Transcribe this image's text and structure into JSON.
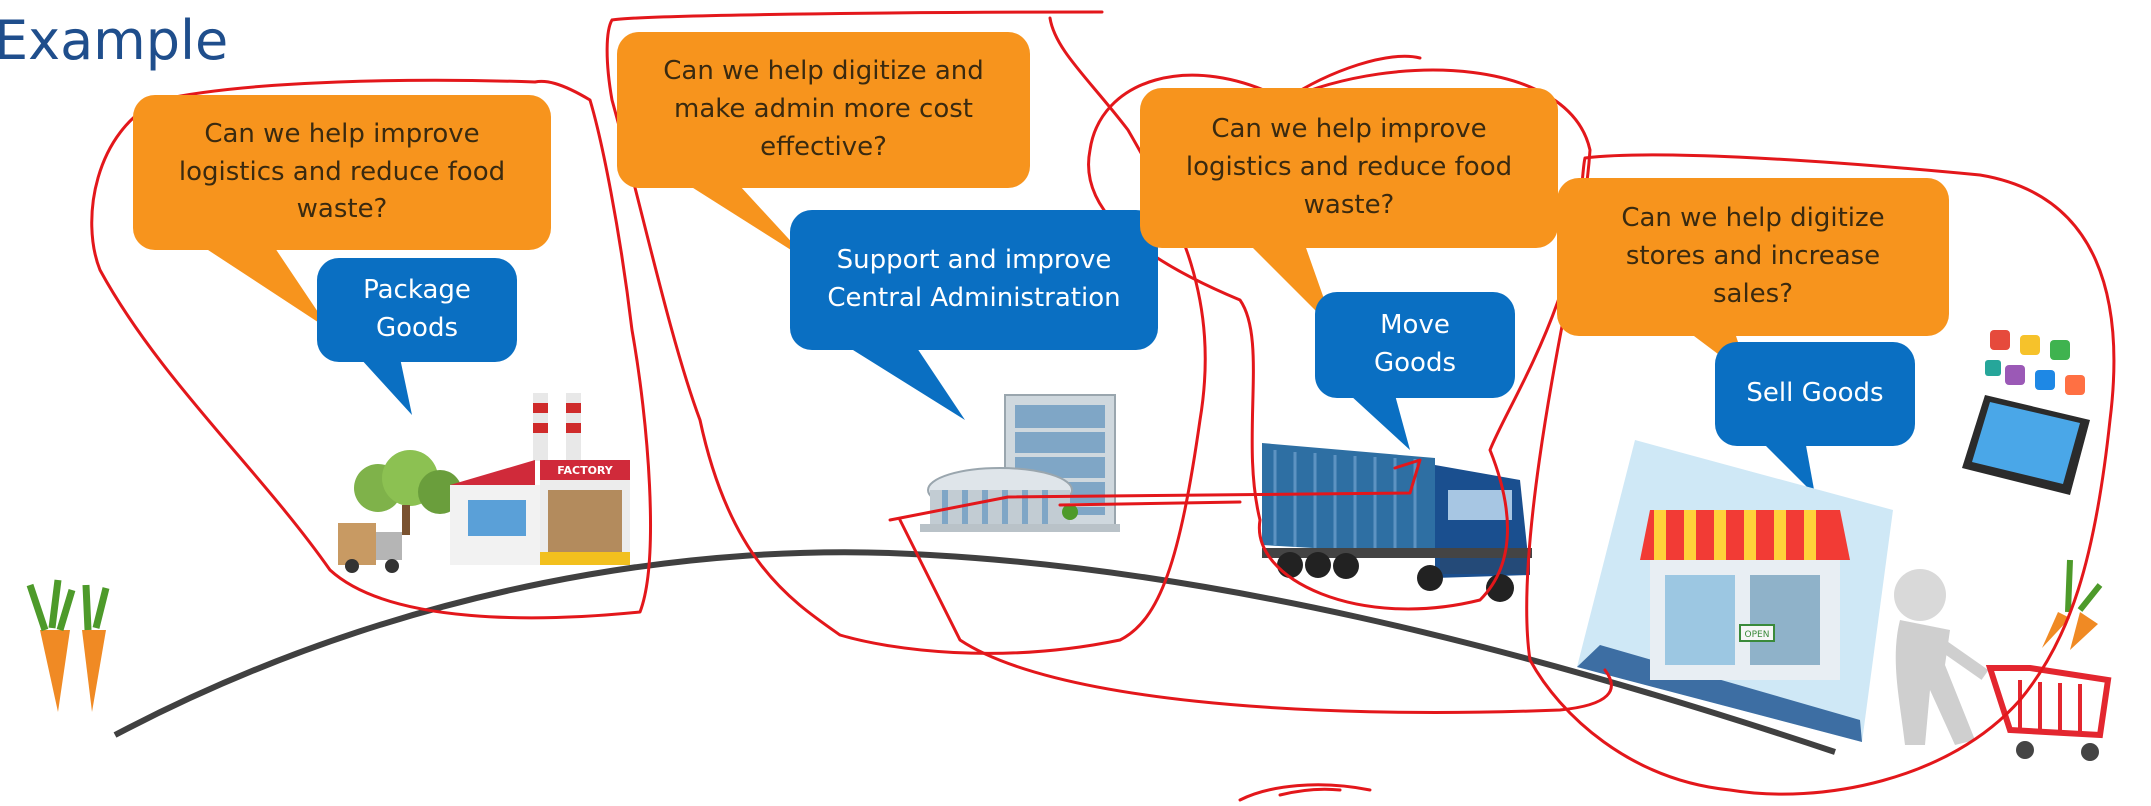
{
  "title": "Example",
  "stages": [
    {
      "question_lines": [
        "Can we help improve",
        "logistics and reduce food",
        "waste?"
      ],
      "action_lines": [
        "Package",
        "Goods"
      ],
      "sign_label": "FACTORY"
    },
    {
      "question_lines": [
        "Can we help digitize and",
        "make admin more  cost",
        "effective?"
      ],
      "action_lines": [
        "Support  and improve",
        "Central Administration"
      ]
    },
    {
      "question_lines": [
        "Can we help improve",
        "logistics and reduce food",
        "waste?"
      ],
      "action_lines": [
        "Move",
        "Goods"
      ]
    },
    {
      "question_lines": [
        "Can we help digitize",
        "stores and increase",
        "sales?"
      ],
      "action_lines": [
        "Sell Goods"
      ],
      "sign_label": "OPEN"
    }
  ],
  "colors": {
    "question_bubble": "#f7941d",
    "action_bubble": "#0a6fc2",
    "title": "#1f4e8c",
    "annotation": "#e3171b",
    "road": "#404040"
  }
}
